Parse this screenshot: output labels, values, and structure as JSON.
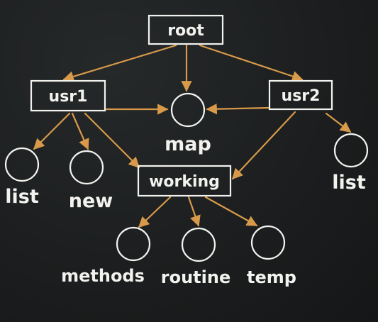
{
  "diagram": {
    "nodes": {
      "root": {
        "label": "root",
        "kind": "directory"
      },
      "usr1": {
        "label": "usr1",
        "kind": "directory"
      },
      "usr2": {
        "label": "usr2",
        "kind": "directory"
      },
      "working": {
        "label": "working",
        "kind": "directory"
      },
      "map": {
        "label": "map",
        "kind": "file"
      },
      "list1": {
        "label": "list",
        "kind": "file"
      },
      "new": {
        "label": "new",
        "kind": "file"
      },
      "list2": {
        "label": "list",
        "kind": "file"
      },
      "methods": {
        "label": "methods",
        "kind": "file"
      },
      "routine": {
        "label": "routine",
        "kind": "file"
      },
      "temp": {
        "label": "temp",
        "kind": "file"
      }
    },
    "edges": [
      [
        "root",
        "usr1"
      ],
      [
        "root",
        "map"
      ],
      [
        "root",
        "usr2"
      ],
      [
        "usr1",
        "list1"
      ],
      [
        "usr1",
        "new"
      ],
      [
        "usr1",
        "working"
      ],
      [
        "usr1",
        "map"
      ],
      [
        "usr2",
        "map"
      ],
      [
        "usr2",
        "working"
      ],
      [
        "usr2",
        "list2"
      ],
      [
        "working",
        "methods"
      ],
      [
        "working",
        "routine"
      ],
      [
        "working",
        "temp"
      ]
    ],
    "colors": {
      "chalk": "#f2f2ee",
      "arrow": "#d89a4a",
      "board": "#1c1e1f"
    }
  }
}
